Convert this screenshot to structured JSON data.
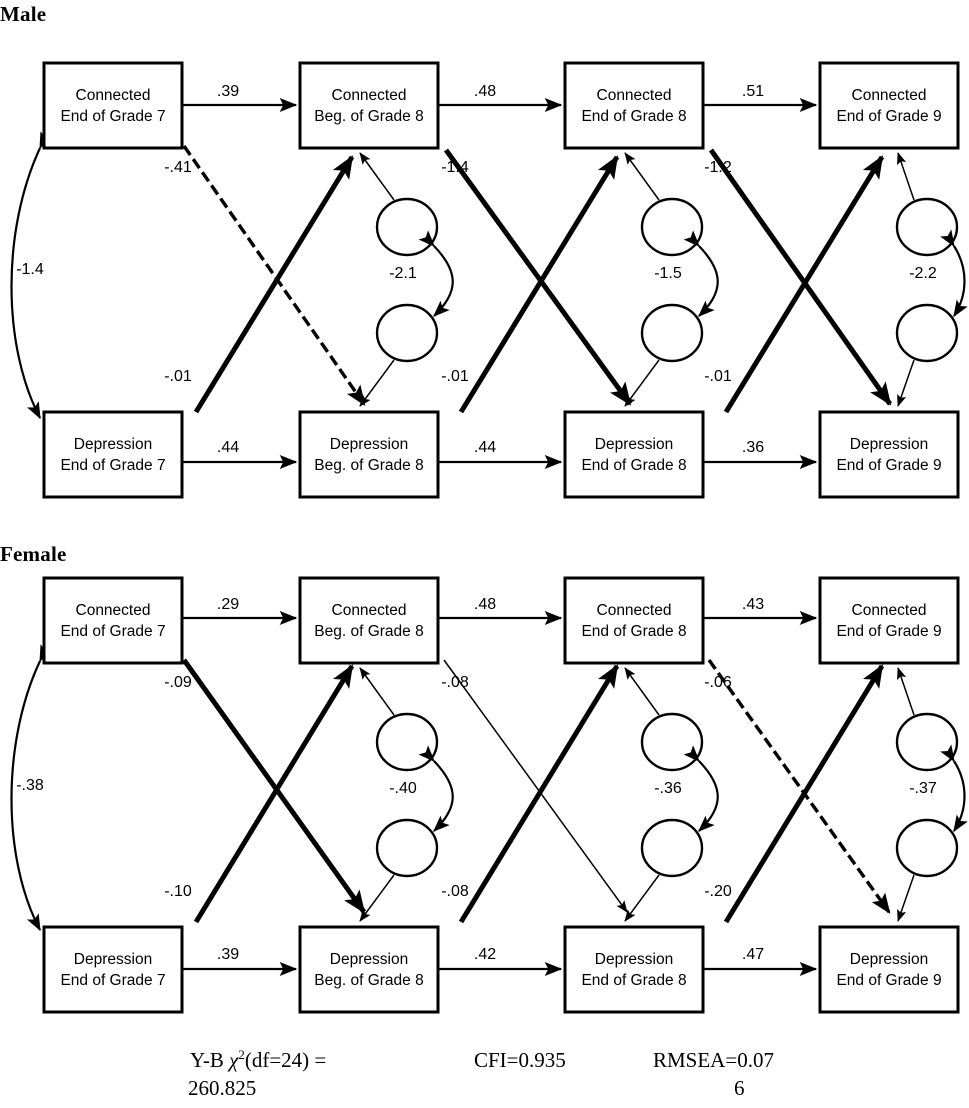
{
  "figure": {
    "type": "path-diagram",
    "panels": [
      {
        "id": "male",
        "title": "Male",
        "nodes": {
          "c7": {
            "line1": "Connected",
            "line2": "End of Grade 7"
          },
          "c8b": {
            "line1": "Connected",
            "line2": "Beg. of Grade 8"
          },
          "c8e": {
            "line1": "Connected",
            "line2": "End of Grade 8"
          },
          "c9": {
            "line1": "Connected",
            "line2": "End of Grade 9"
          },
          "d7": {
            "line1": "Depression",
            "line2": "End of Grade 7"
          },
          "d8b": {
            "line1": "Depression",
            "line2": "Beg. of Grade 8"
          },
          "d8e": {
            "line1": "Depression",
            "line2": "End of Grade 8"
          },
          "d9": {
            "line1": "Depression",
            "line2": "End of Grade 9"
          }
        },
        "paths": {
          "c7_c8b": ".39",
          "c8b_c8e": ".48",
          "c8e_c9": ".51",
          "d7_d8b": ".44",
          "d8b_d8e": ".44",
          "d8e_d9": ".36",
          "c7_d8b": "-.41",
          "d7_c8b": "-.01",
          "c8b_d8e": "-1.4",
          "d8b_c8e": "-.01",
          "c8e_d9": "-1.2",
          "d8e_c9": "-.01",
          "cov_g7": "-1.4",
          "res_cov_1": "-2.1",
          "res_cov_2": "-1.5",
          "res_cov_3": "-2.2"
        }
      },
      {
        "id": "female",
        "title": "Female",
        "nodes": {
          "c7": {
            "line1": "Connected",
            "line2": "End of Grade 7"
          },
          "c8b": {
            "line1": "Connected",
            "line2": "Beg. of Grade 8"
          },
          "c8e": {
            "line1": "Connected",
            "line2": "End of Grade 8"
          },
          "c9": {
            "line1": "Connected",
            "line2": "End of Grade 9"
          },
          "d7": {
            "line1": "Depression",
            "line2": "End of Grade 7"
          },
          "d8b": {
            "line1": "Depression",
            "line2": "Beg. of Grade 8"
          },
          "d8e": {
            "line1": "Depression",
            "line2": "End of Grade 8"
          },
          "d9": {
            "line1": "Depression",
            "line2": "End of Grade 9"
          }
        },
        "paths": {
          "c7_c8b": ".29",
          "c8b_c8e": ".48",
          "c8e_c9": ".43",
          "d7_d8b": ".39",
          "d8b_d8e": ".42",
          "d8e_d9": ".47",
          "c7_d8b": "-.09",
          "d7_c8b": "-.10",
          "c8b_d8e": "-.08",
          "d8b_c8e": "-.08",
          "c8e_d9": "-.06",
          "d8e_c9": "-.20",
          "cov_g7": "-.38",
          "res_cov_1": "-.40",
          "res_cov_2": "-.36",
          "res_cov_3": "-.37"
        }
      }
    ]
  },
  "fit_statistics": {
    "chi_prefix": "Y-B ",
    "chi_symbol": "χ",
    "chi_exponent": "2",
    "chi_df": "(df=24) =",
    "chi_value": "260.825",
    "cfi": "CFI=0.935",
    "rmsea_line1": "RMSEA=0.07",
    "rmsea_line2": "6"
  },
  "colors": {
    "stroke": "#000000",
    "background": "#ffffff"
  }
}
